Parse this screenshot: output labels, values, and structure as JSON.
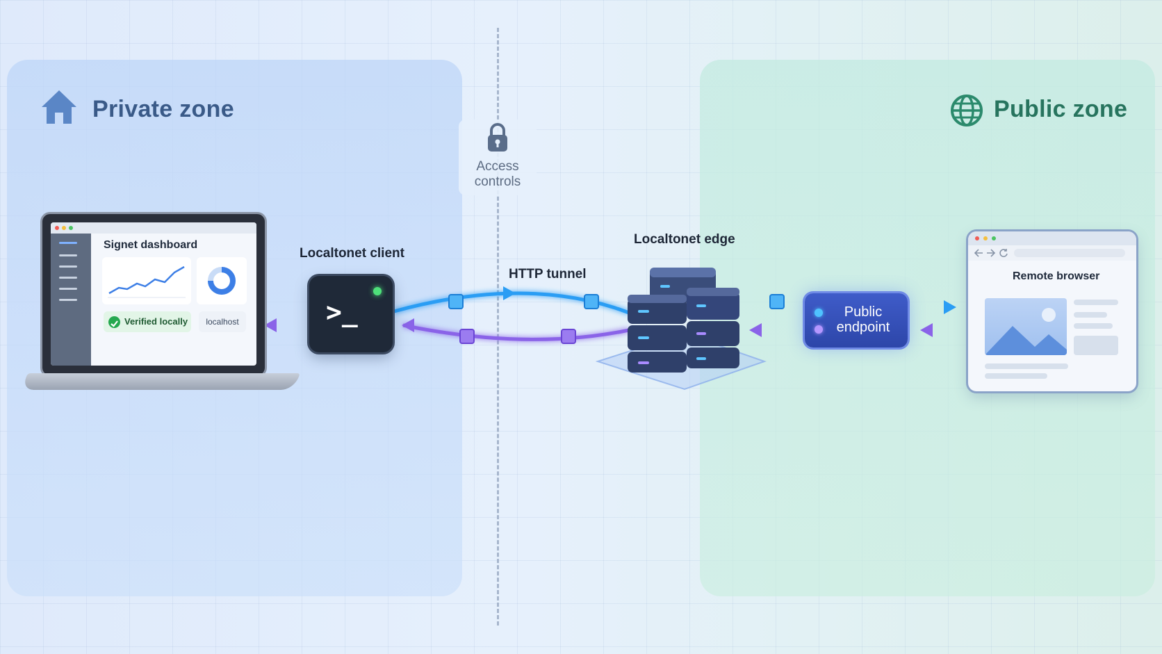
{
  "zones": {
    "private_title": "Private zone",
    "public_title": "Public zone",
    "private_icon": "home-icon",
    "public_icon": "globe-icon"
  },
  "access": {
    "label_line1": "Access",
    "label_line2": "controls",
    "icon": "lock-icon"
  },
  "laptop": {
    "dashboard_title": "Signet dashboard",
    "verified_label": "Verified locally",
    "localhost_label": "localhost"
  },
  "client": {
    "label": "Localtonet client",
    "prompt": ">_"
  },
  "tunnel": {
    "label": "HTTP tunnel"
  },
  "edge": {
    "label": "Localtonet edge"
  },
  "endpoint": {
    "label_line1": "Public",
    "label_line2": "endpoint"
  },
  "browser": {
    "title": "Remote browser"
  },
  "colors": {
    "request_flow": "#2a9df4",
    "response_flow": "#8a63e8",
    "private_zone": "#cddff8",
    "public_zone": "#cfeee3",
    "endpoint": "#3550b8"
  }
}
